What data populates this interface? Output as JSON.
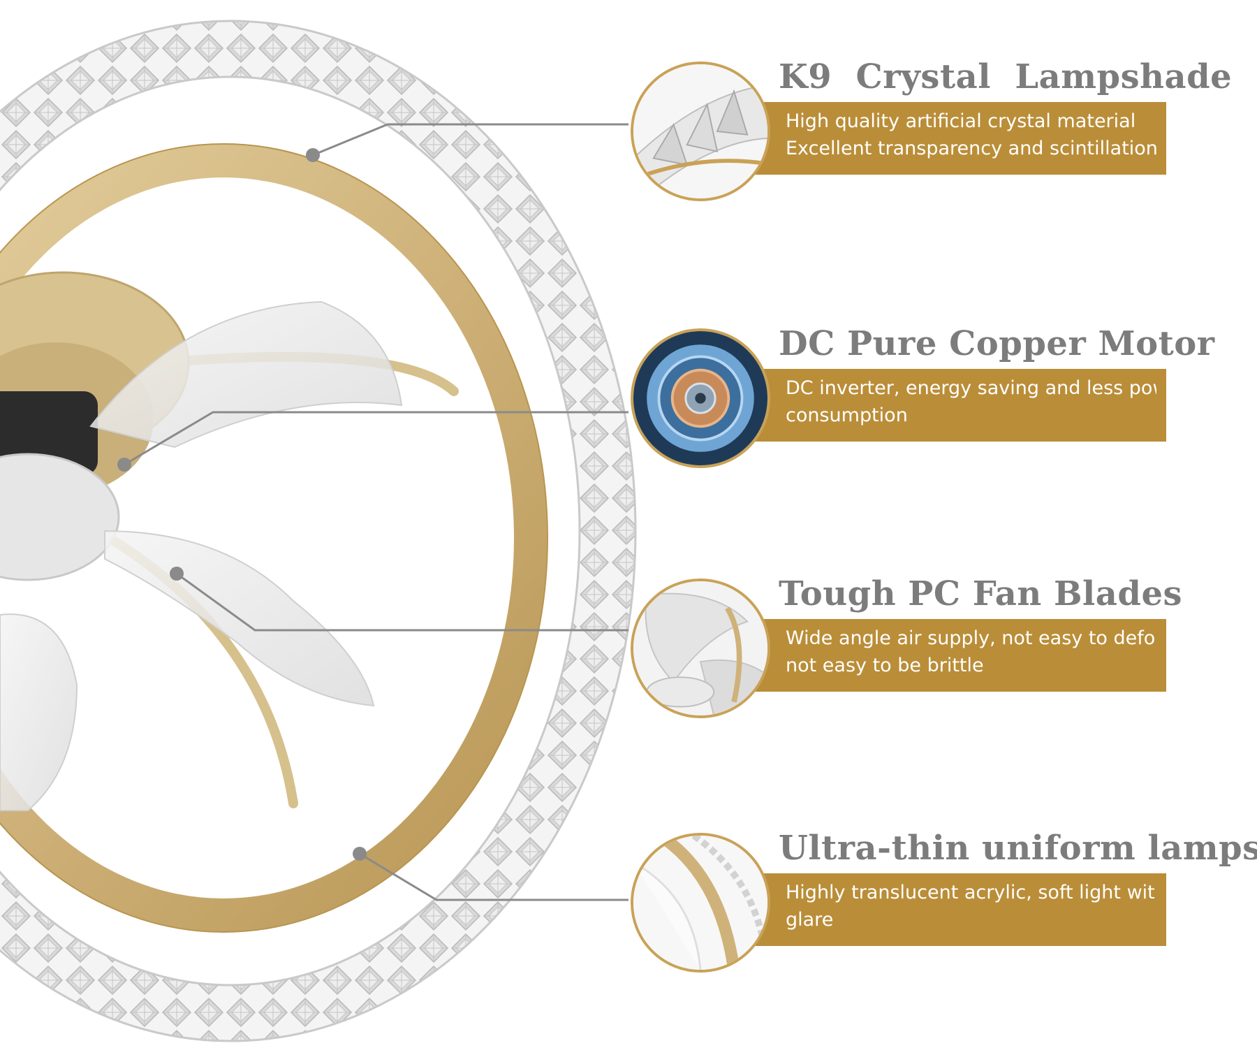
{
  "features": [
    {
      "title": "K9  Crystal  Lampshade",
      "lines": [
        "High quality artificial crystal material",
        "Excellent transparency and scintillation effect"
      ],
      "thumb_icon": "crystal-closeup-icon"
    },
    {
      "title": "DC Pure Copper Motor",
      "lines": [
        "DC inverter, energy saving and less power",
        "consumption"
      ],
      "thumb_icon": "motor-closeup-icon"
    },
    {
      "title": "Tough PC Fan Blades",
      "lines": [
        "Wide angle air supply, not easy to deform,",
        "not easy to be brittle"
      ],
      "thumb_icon": "fan-blade-closeup-icon"
    },
    {
      "title": "Ultra-thin uniform lampshade",
      "lines": [
        "Highly translucent acrylic, soft light without",
        "glare"
      ],
      "thumb_icon": "acrylic-shade-closeup-icon"
    }
  ],
  "colors": {
    "panel": "#ba8d38",
    "title": "#7c7c7c",
    "gold_ring": "#c9a257",
    "leader_line": "#8a8a8a"
  }
}
